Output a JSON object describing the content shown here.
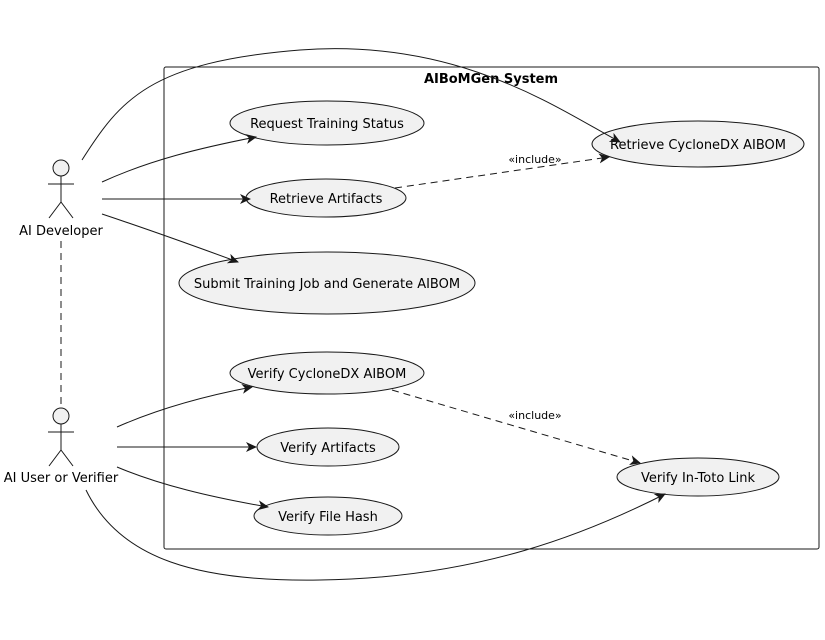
{
  "system": {
    "title": "AIBoMGen System"
  },
  "actors": [
    {
      "id": "dev",
      "label": "AI Developer"
    },
    {
      "id": "ver",
      "label": "AI User or Verifier"
    }
  ],
  "use_cases": [
    {
      "id": "rts",
      "label": "Request Training Status"
    },
    {
      "id": "rcd",
      "label": "Retrieve CycloneDX AIBOM"
    },
    {
      "id": "ra",
      "label": "Retrieve Artifacts"
    },
    {
      "id": "stj",
      "label": "Submit Training Job and Generate AIBOM"
    },
    {
      "id": "vcd",
      "label": "Verify CycloneDX AIBOM"
    },
    {
      "id": "va",
      "label": "Verify Artifacts"
    },
    {
      "id": "vit",
      "label": "Verify In-Toto Link"
    },
    {
      "id": "vfh",
      "label": "Verify File Hash"
    }
  ],
  "relations": {
    "include_label": "«include»"
  },
  "colors": {
    "fill": "#f1f1f1",
    "stroke": "#181818",
    "background": "#ffffff"
  }
}
